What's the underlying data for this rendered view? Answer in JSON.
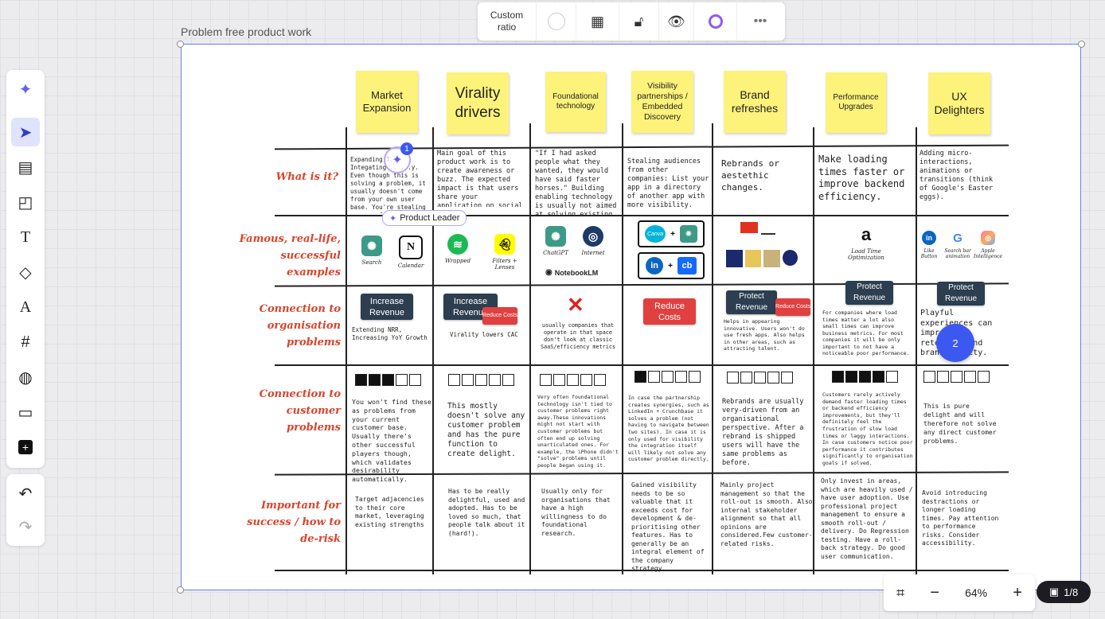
{
  "frame": {
    "title": "Problem free product work"
  },
  "toolbar": {
    "ratio_label": "Custom ratio",
    "icons": [
      "circle-icon",
      "paint-roller-icon",
      "unlock-icon",
      "eye-icon",
      "brand-c-icon",
      "more-icon"
    ]
  },
  "left_toolbar": [
    "ai-sparkle-icon",
    "cursor-icon",
    "layout-icon",
    "sticky-note-icon",
    "text-icon",
    "shapes-icon",
    "pen-icon",
    "frame-icon",
    "palette-icon",
    "comment-icon",
    "plus-icon",
    "undo-icon",
    "redo-icon"
  ],
  "columns": [
    {
      "title": "Market Expansion"
    },
    {
      "title": "Virality drivers"
    },
    {
      "title": "Foundational technology"
    },
    {
      "title": "Visibility partnerships / Embedded Discovery"
    },
    {
      "title": "Brand refreshes"
    },
    {
      "title": "Performance Upgrades"
    },
    {
      "title": "UX Delighters"
    }
  ],
  "rows": [
    {
      "label": "What is it?"
    },
    {
      "label": "Famous, real-life, successful examples"
    },
    {
      "label": "Connection to organisation problems"
    },
    {
      "label": "Connection to customer problems"
    },
    {
      "label": "Important for success / how to de-risk"
    }
  ],
  "what": [
    "Expanding T... Integating... ...y. Even though this is solving a problem, it usually doesn't come from your own user base. You're stealing ...sers from other companies.",
    "Main goal of this product work is to create awareness or buzz. The expected impact is that users share your application on social media or with",
    "\"If I had asked people what they wanted, they would have said faster horses.\" Building enabling technology is usually not aimed at solving existing problems.",
    "Stealing audiences from other companies: List your app in a directory of another app with more visibility.",
    "Rebrands or aestethic changes.",
    "Make loading times faster or improve backend efficiency.",
    "Adding micro-interactions, animations or transitions (think of Google's Easter eggs)."
  ],
  "examples": {
    "c1": [
      "Search",
      "Calendar"
    ],
    "c2": [
      "Wrapped",
      "Filters + Lenses"
    ],
    "c3": [
      "ChatGPT",
      "Internet",
      "NotebookLM"
    ],
    "c4": [
      "Canva",
      "cb"
    ],
    "c6": [
      "Load Time Optimization"
    ],
    "c7": [
      "Like Button",
      "Search bar animation",
      "Apple Intelligence"
    ]
  },
  "org": {
    "increase_revenue": "Increase Revenue",
    "reduce_costs": "Reduce Costs",
    "protect_revenue": "Protect Revenue",
    "c1": "Extending NRR, Increasing YoY Growth",
    "c2": "Virality lowers CAC",
    "c3": "usually companies that operate in that space don't look at classic SaaS/efficiency metrics",
    "c5": "Helps in appearing innovative. Users won't do use fresh apps. Also helps in other areas, such as attracting talent.",
    "c6": "For companies where load times matter a lot also small times can improve business metrics. For most companies it will be only important to not have a noticeable poor performance.",
    "c7": "Playful experiences can improve retention and brand loyalty."
  },
  "customer": [
    {
      "filled": 3,
      "text": "You won't find these as problems from your current customer base. Usually there's other successful players though, which validates desirability automatically."
    },
    {
      "filled": 0,
      "text": "This mostly doesn't solve any customer problem and has the pure function to create delight."
    },
    {
      "filled": 0,
      "text": "Very often foundational technology isn't tied to customer problems right away.These innovations might not start with customer problems but often end up solving unarticulated ones. For example, the iPhone didn't \"solve\" problems until people began using it."
    },
    {
      "filled": 1,
      "text": "In case the partnership creates synergies, such as LinkedIn + Crunchbase it solves a problem (not having to navigate between two sites). In case it is only used for visibility the integration itself will likely not solve any customer problem directly."
    },
    {
      "filled": 0,
      "text": "Rebrands are usually very-driven from an organisational perspective. After a rebrand is shipped users will have the same problems as before."
    },
    {
      "filled": 4,
      "text": "Customers rarely actively demand faster loading times or backend efficiency improvements, but they'll definitely feel the frustration of slow load times or laggy interactions. In case customers notice poor performance it contributes significantly to organisation goals if solved."
    },
    {
      "filled": 0,
      "text": "This is pure delight and will therefore not solve any direct customer problems."
    }
  ],
  "success": [
    "Target adjacencies to their core market, leveraging existing strengths",
    "Has to be really delightful, used and adopted. Has to be loved so much, that people talk about it (hard!).",
    "Usually only for organisations that have a high willingness to do foundational research.",
    "Gained visibility needs to be so valuable that it exceeds cost for development & de-prioritising other features. Has to generally be an integral element of the company strategy.",
    "Mainly project management so that the roll-out is smooth. Also internal stakeholder alignment so that all opinions are considered.Few customer-related risks.",
    "Only invest in areas, which are heavily used / have user adoption. Use professional project management to ensure a smooth roll-out / delivery. Do Regression testing. Have a roll-back strategy. Do good user communication.",
    "Avoid introducing destractions or longer loading times. Pay attention to performance risks. Consider accessibility."
  ],
  "collab": {
    "tag": "Product Leader",
    "badge1": "1",
    "badge2": "2"
  },
  "zoom": {
    "level": "64%",
    "page": "1/8"
  },
  "colors": {
    "accent": "#3b59f0",
    "sticky": "#fdf27a",
    "label_red": "#d8442b",
    "chip_dark": "#2c3e50",
    "chip_red": "#e04040"
  }
}
